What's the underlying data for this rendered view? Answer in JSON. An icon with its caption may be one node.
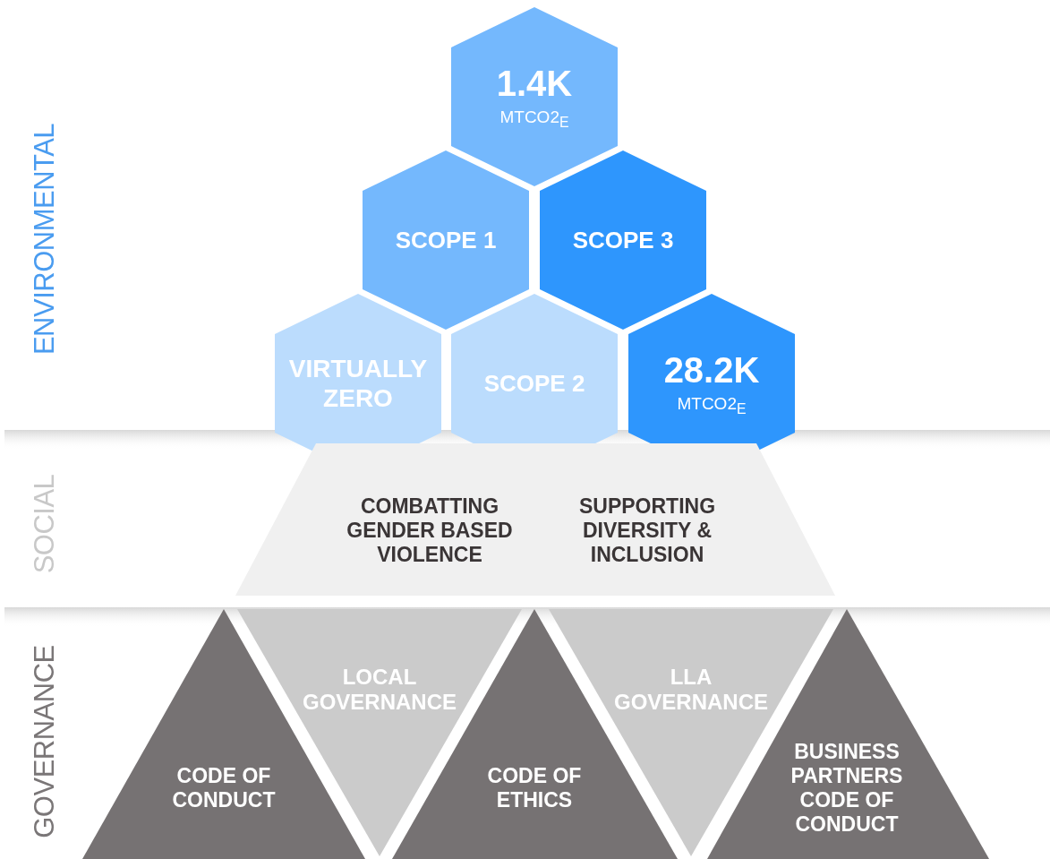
{
  "diagram": {
    "nodes": [
      {
        "text": [
          "1.4K",
          "MTCO2$_{E}$"
        ]
      },
      {
        "text": [
          "SCOPE 1"
        ]
      },
      {
        "text": [
          "SCOPE 3"
        ]
      },
      {
        "text": [
          "VIRTUALLY ZERO"
        ]
      },
      {
        "text": [
          "SCOPE 2"
        ]
      },
      {
        "text": [
          "28.2K",
          "MTCO2$_{E}$"
        ]
      },
      {
        "text": [
          "COMBATTING GENDER BASED VIOLENCE",
          "SUPPORTING DIVERSITY & INCLUSION"
        ]
      },
      {
        "text": [
          "LOCAL GOVERNANCE"
        ]
      },
      {
        "text": [
          "LLA GOVERNANCE"
        ]
      },
      {
        "text": [
          "CODE OF CONDUCT"
        ]
      },
      {
        "text": [
          "CODE OF ETHICS"
        ]
      },
      {
        "text": [
          "BUSINESS PARTNERS CODE OF CONDUCT"
        ]
      }
    ],
    "labels": [
      "ENVIRONMENTAL",
      "SOCIAL",
      "GOVERNANCE"
    ]
  }
}
